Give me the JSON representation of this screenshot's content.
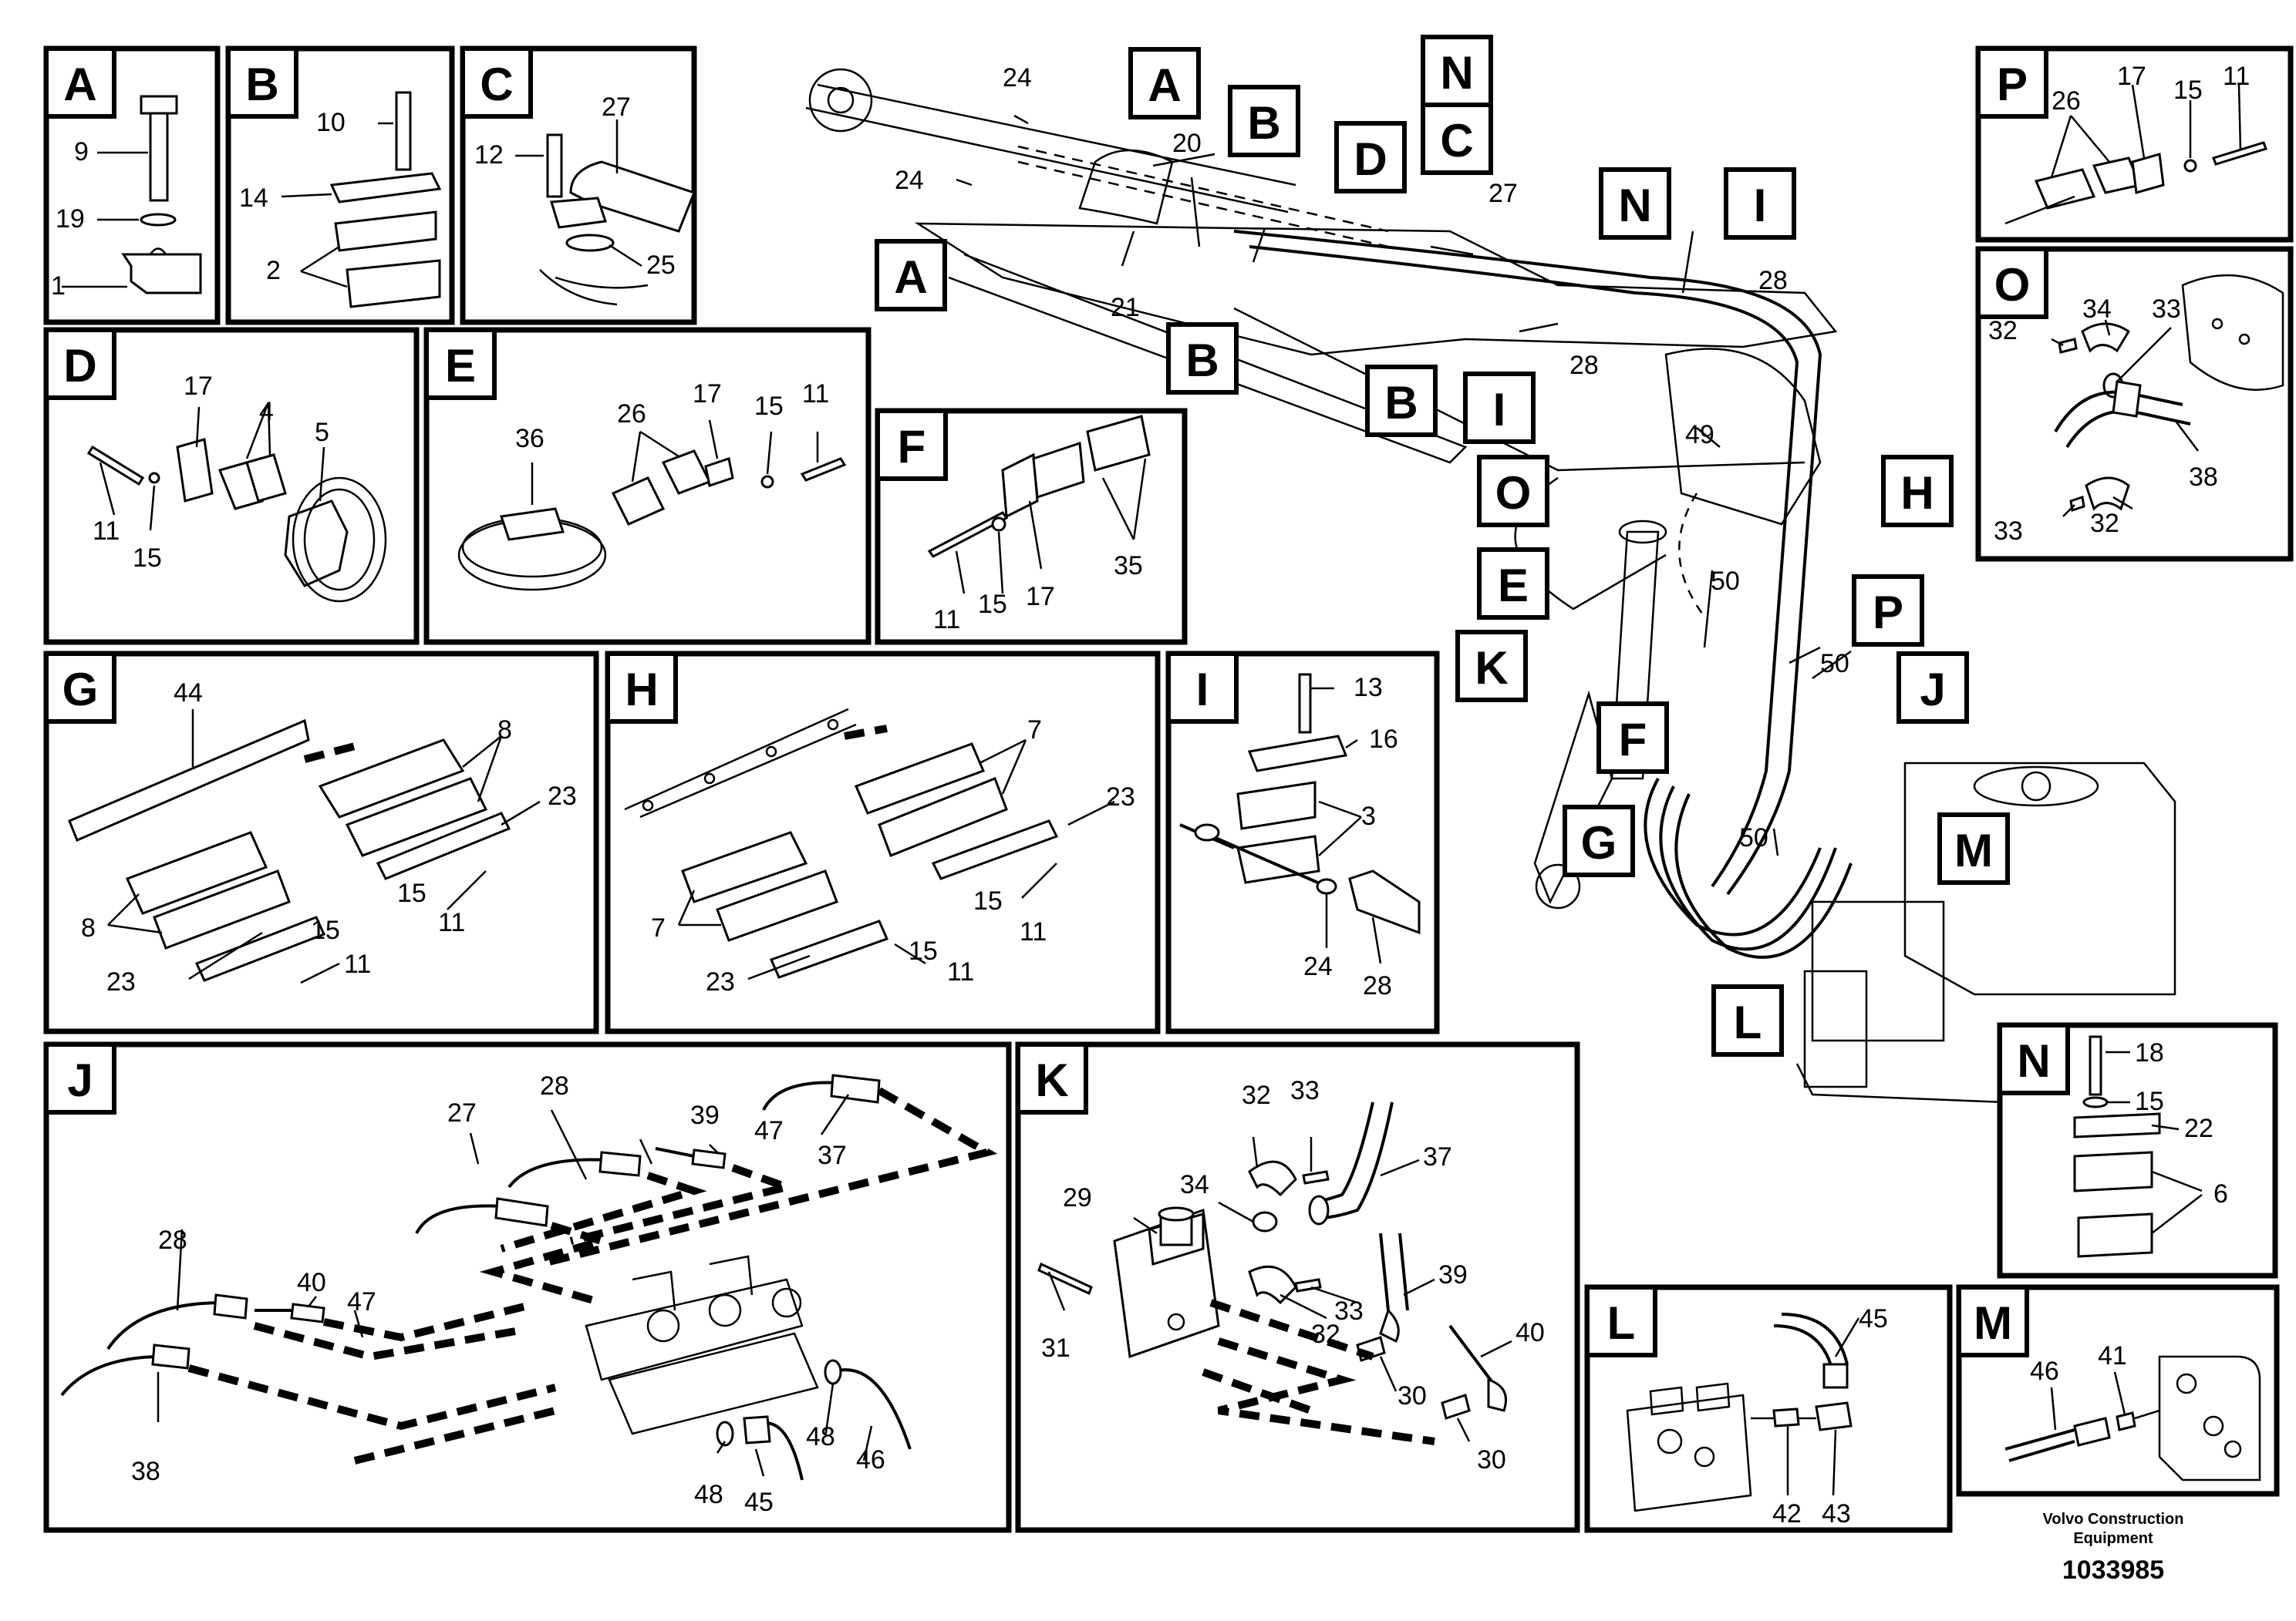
{
  "panels": {
    "A": {
      "tag": "A",
      "labels": [
        "9",
        "19",
        "1"
      ]
    },
    "B": {
      "tag": "B",
      "labels": [
        "10",
        "14",
        "2"
      ]
    },
    "C": {
      "tag": "C",
      "labels": [
        "12",
        "27",
        "25"
      ]
    },
    "D": {
      "tag": "D",
      "labels": [
        "17",
        "4",
        "5",
        "11",
        "15"
      ]
    },
    "E": {
      "tag": "E",
      "labels": [
        "36",
        "26",
        "17",
        "15",
        "11"
      ]
    },
    "F": {
      "tag": "F",
      "labels": [
        "11",
        "15",
        "17",
        "35"
      ]
    },
    "G": {
      "tag": "G",
      "labels": [
        "44",
        "8",
        "23",
        "8",
        "15",
        "11",
        "23",
        "15",
        "11"
      ]
    },
    "H": {
      "tag": "H",
      "labels": [
        "7",
        "23",
        "7",
        "15",
        "11",
        "23",
        "15",
        "11"
      ]
    },
    "I": {
      "tag": "I",
      "labels": [
        "13",
        "16",
        "3",
        "24",
        "28"
      ]
    },
    "J": {
      "tag": "J",
      "labels": [
        "28",
        "39",
        "47",
        "27",
        "37",
        "28",
        "40",
        "47",
        "38",
        "48",
        "48",
        "45",
        "46"
      ]
    },
    "K": {
      "tag": "K",
      "labels": [
        "32",
        "33",
        "29",
        "34",
        "37",
        "31",
        "39",
        "33",
        "32",
        "40",
        "30",
        "30"
      ]
    },
    "L": {
      "tag": "L",
      "labels": [
        "45",
        "42",
        "43"
      ]
    },
    "M": {
      "tag": "M",
      "labels": [
        "46",
        "41"
      ]
    },
    "N": {
      "tag": "N",
      "labels": [
        "18",
        "15",
        "22",
        "6"
      ]
    },
    "O": {
      "tag": "O",
      "labels": [
        "32",
        "34",
        "33",
        "38",
        "33",
        "32"
      ]
    },
    "P": {
      "tag": "P",
      "labels": [
        "26",
        "17",
        "15",
        "11"
      ]
    }
  },
  "overview": {
    "tags": [
      "A",
      "A",
      "B",
      "B",
      "B",
      "D",
      "N",
      "C",
      "N",
      "I",
      "I",
      "O",
      "E",
      "K",
      "F",
      "G",
      "H",
      "P",
      "J",
      "M",
      "L"
    ],
    "labels": [
      "24",
      "24",
      "20",
      "21",
      "27",
      "28",
      "28",
      "49",
      "50",
      "50",
      "50"
    ]
  },
  "footer": {
    "company_line1": "Volvo Construction",
    "company_line2": "Equipment",
    "doc_number": "1033985"
  }
}
